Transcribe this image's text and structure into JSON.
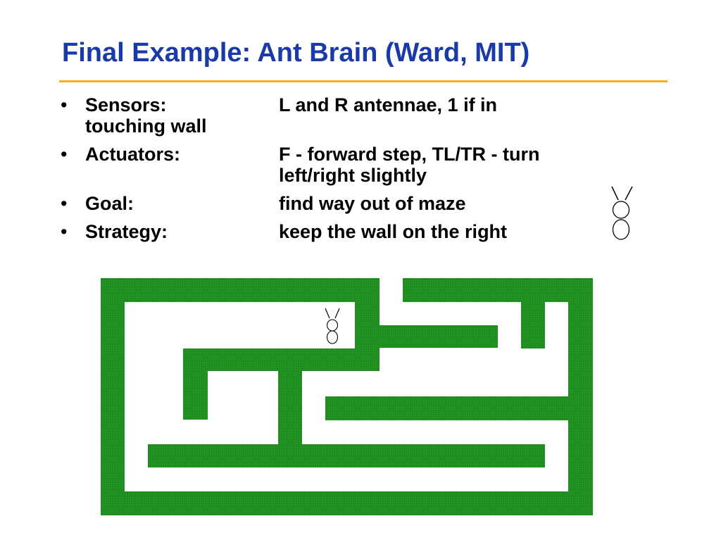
{
  "slide": {
    "title": "Final Example: Ant Brain (Ward, MIT)"
  },
  "bullets": [
    {
      "marker": "•",
      "term": "Sensors:",
      "definition_line1": "L and R antennae, 1 if in",
      "wrap": "touching wall"
    },
    {
      "marker": "•",
      "term": "Actuators:",
      "definition_line1": "F - forward step, TL/TR - turn",
      "definition_line2": "left/right slightly"
    },
    {
      "marker": "•",
      "term": "Goal:",
      "definition_line1": "find way out of maze"
    },
    {
      "marker": "•",
      "term": "Strategy:",
      "definition_line1": "keep the wall on the right"
    }
  ],
  "colors": {
    "title": "#1a3aa8",
    "rule": "#f2b21c",
    "maze_wall": "#1e8c1e"
  },
  "icons": {
    "ant_large": "ant-icon",
    "ant_small": "ant-icon"
  }
}
